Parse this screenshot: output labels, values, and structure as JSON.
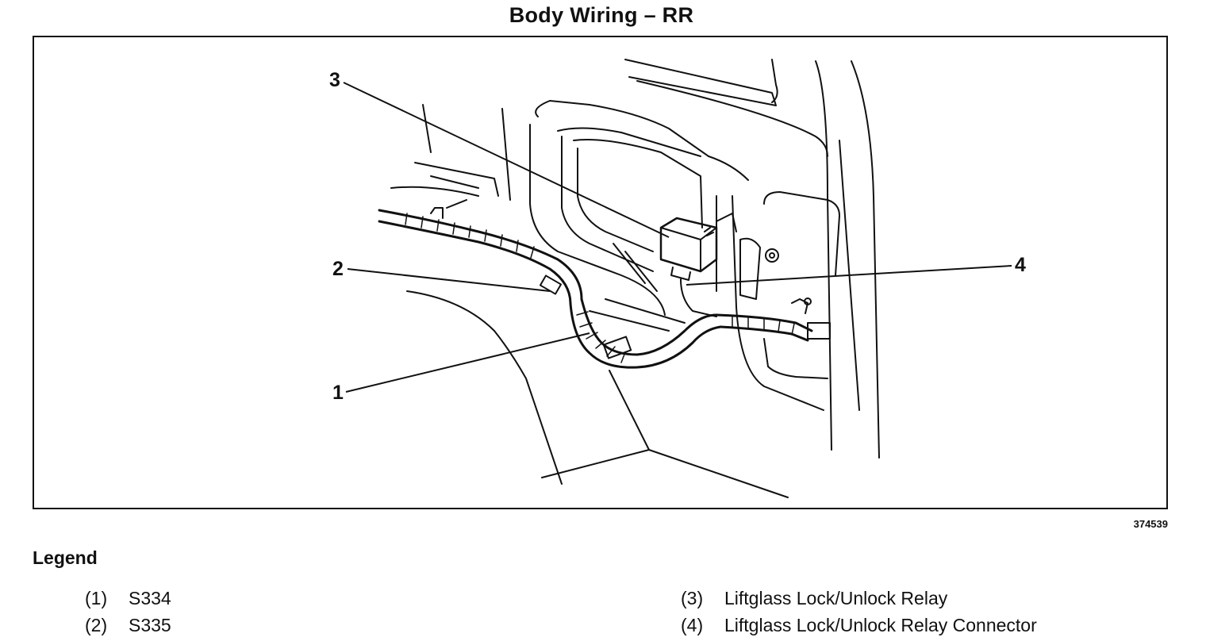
{
  "title": "Body Wiring – RR",
  "figure_id": "374539",
  "callouts": [
    "1",
    "2",
    "3",
    "4"
  ],
  "legend": {
    "heading": "Legend",
    "items": [
      {
        "num": "(1)",
        "label": "S334"
      },
      {
        "num": "(2)",
        "label": "S335"
      },
      {
        "num": "(3)",
        "label": "Liftglass Lock/Unlock Relay"
      },
      {
        "num": "(4)",
        "label": "Liftglass Lock/Unlock Relay Connector"
      }
    ]
  }
}
